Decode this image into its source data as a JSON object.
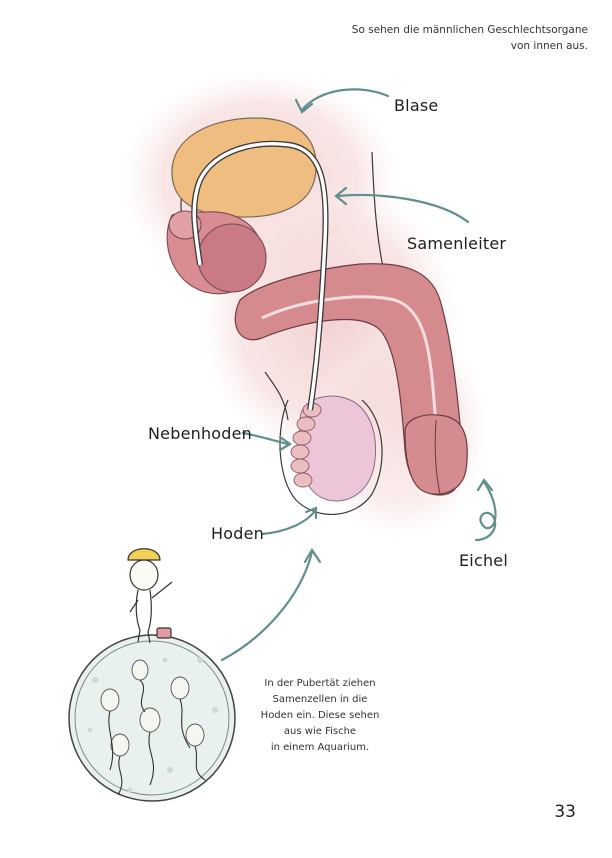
{
  "header": {
    "caption_line1": "So sehen die männlichen Geschlechtsorgane",
    "caption_line2": "von innen aus."
  },
  "labels": {
    "blase": "Blase",
    "samenleiter": "Samenleiter",
    "nebenhoden": "Nebenhoden",
    "hoden": "Hoden",
    "eichel": "Eichel"
  },
  "note": {
    "line1": "In der Pubertät ziehen",
    "line2": "Samenzellen in die",
    "line3": "Hoden ein. Diese sehen",
    "line4": "aus wie Fische",
    "line5": "in einem Aquarium."
  },
  "page_number": "33",
  "colors": {
    "skin_wash": "#f6dede",
    "bladder": "#eebd7f",
    "glands": "#d98c92",
    "urethra": "#d58a8e",
    "testis": "#ecc6d8",
    "arrow": "#5f8f8e",
    "outline": "#3a3a3a"
  }
}
